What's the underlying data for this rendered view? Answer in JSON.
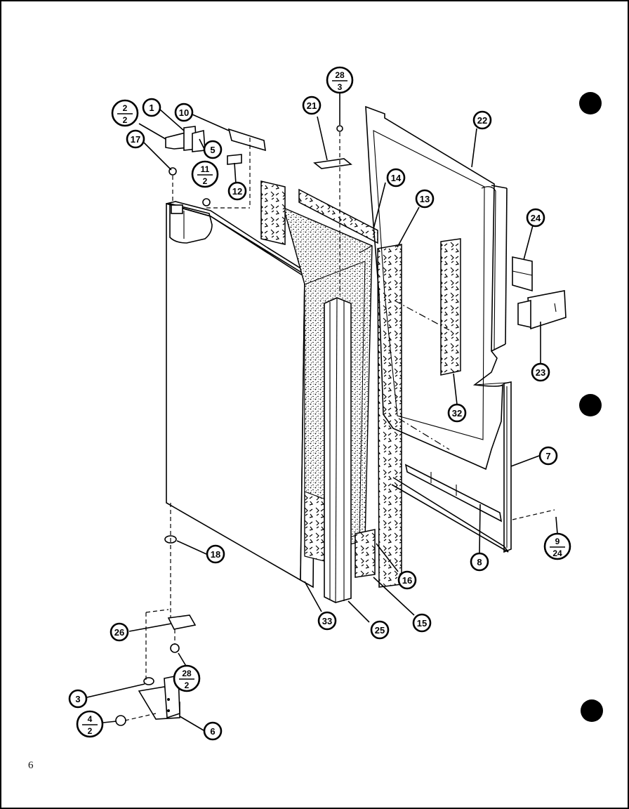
{
  "page_number": "6",
  "callouts": [
    {
      "id": "c1",
      "label": "1"
    },
    {
      "id": "c2-2",
      "top": "2",
      "bottom": "2"
    },
    {
      "id": "c10",
      "label": "10"
    },
    {
      "id": "c17",
      "label": "17"
    },
    {
      "id": "c5",
      "label": "5"
    },
    {
      "id": "c11-2",
      "top": "11",
      "bottom": "2"
    },
    {
      "id": "c12",
      "label": "12"
    },
    {
      "id": "c28-3",
      "top": "28",
      "bottom": "3"
    },
    {
      "id": "c21",
      "label": "21"
    },
    {
      "id": "c22",
      "label": "22"
    },
    {
      "id": "c14",
      "label": "14"
    },
    {
      "id": "c13",
      "label": "13"
    },
    {
      "id": "c24",
      "label": "24"
    },
    {
      "id": "c23",
      "label": "23"
    },
    {
      "id": "c32",
      "label": "32"
    },
    {
      "id": "c7",
      "label": "7"
    },
    {
      "id": "c8",
      "label": "8"
    },
    {
      "id": "c9-24",
      "top": "9",
      "bottom": "24"
    },
    {
      "id": "c18",
      "label": "18"
    },
    {
      "id": "c16",
      "label": "16"
    },
    {
      "id": "c15",
      "label": "15"
    },
    {
      "id": "c33",
      "label": "33"
    },
    {
      "id": "c25",
      "label": "25"
    },
    {
      "id": "c26",
      "label": "26"
    },
    {
      "id": "c28-2",
      "top": "28",
      "bottom": "2"
    },
    {
      "id": "c3",
      "label": "3"
    },
    {
      "id": "c4-2",
      "top": "4",
      "bottom": "2"
    },
    {
      "id": "c6",
      "label": "6"
    }
  ]
}
